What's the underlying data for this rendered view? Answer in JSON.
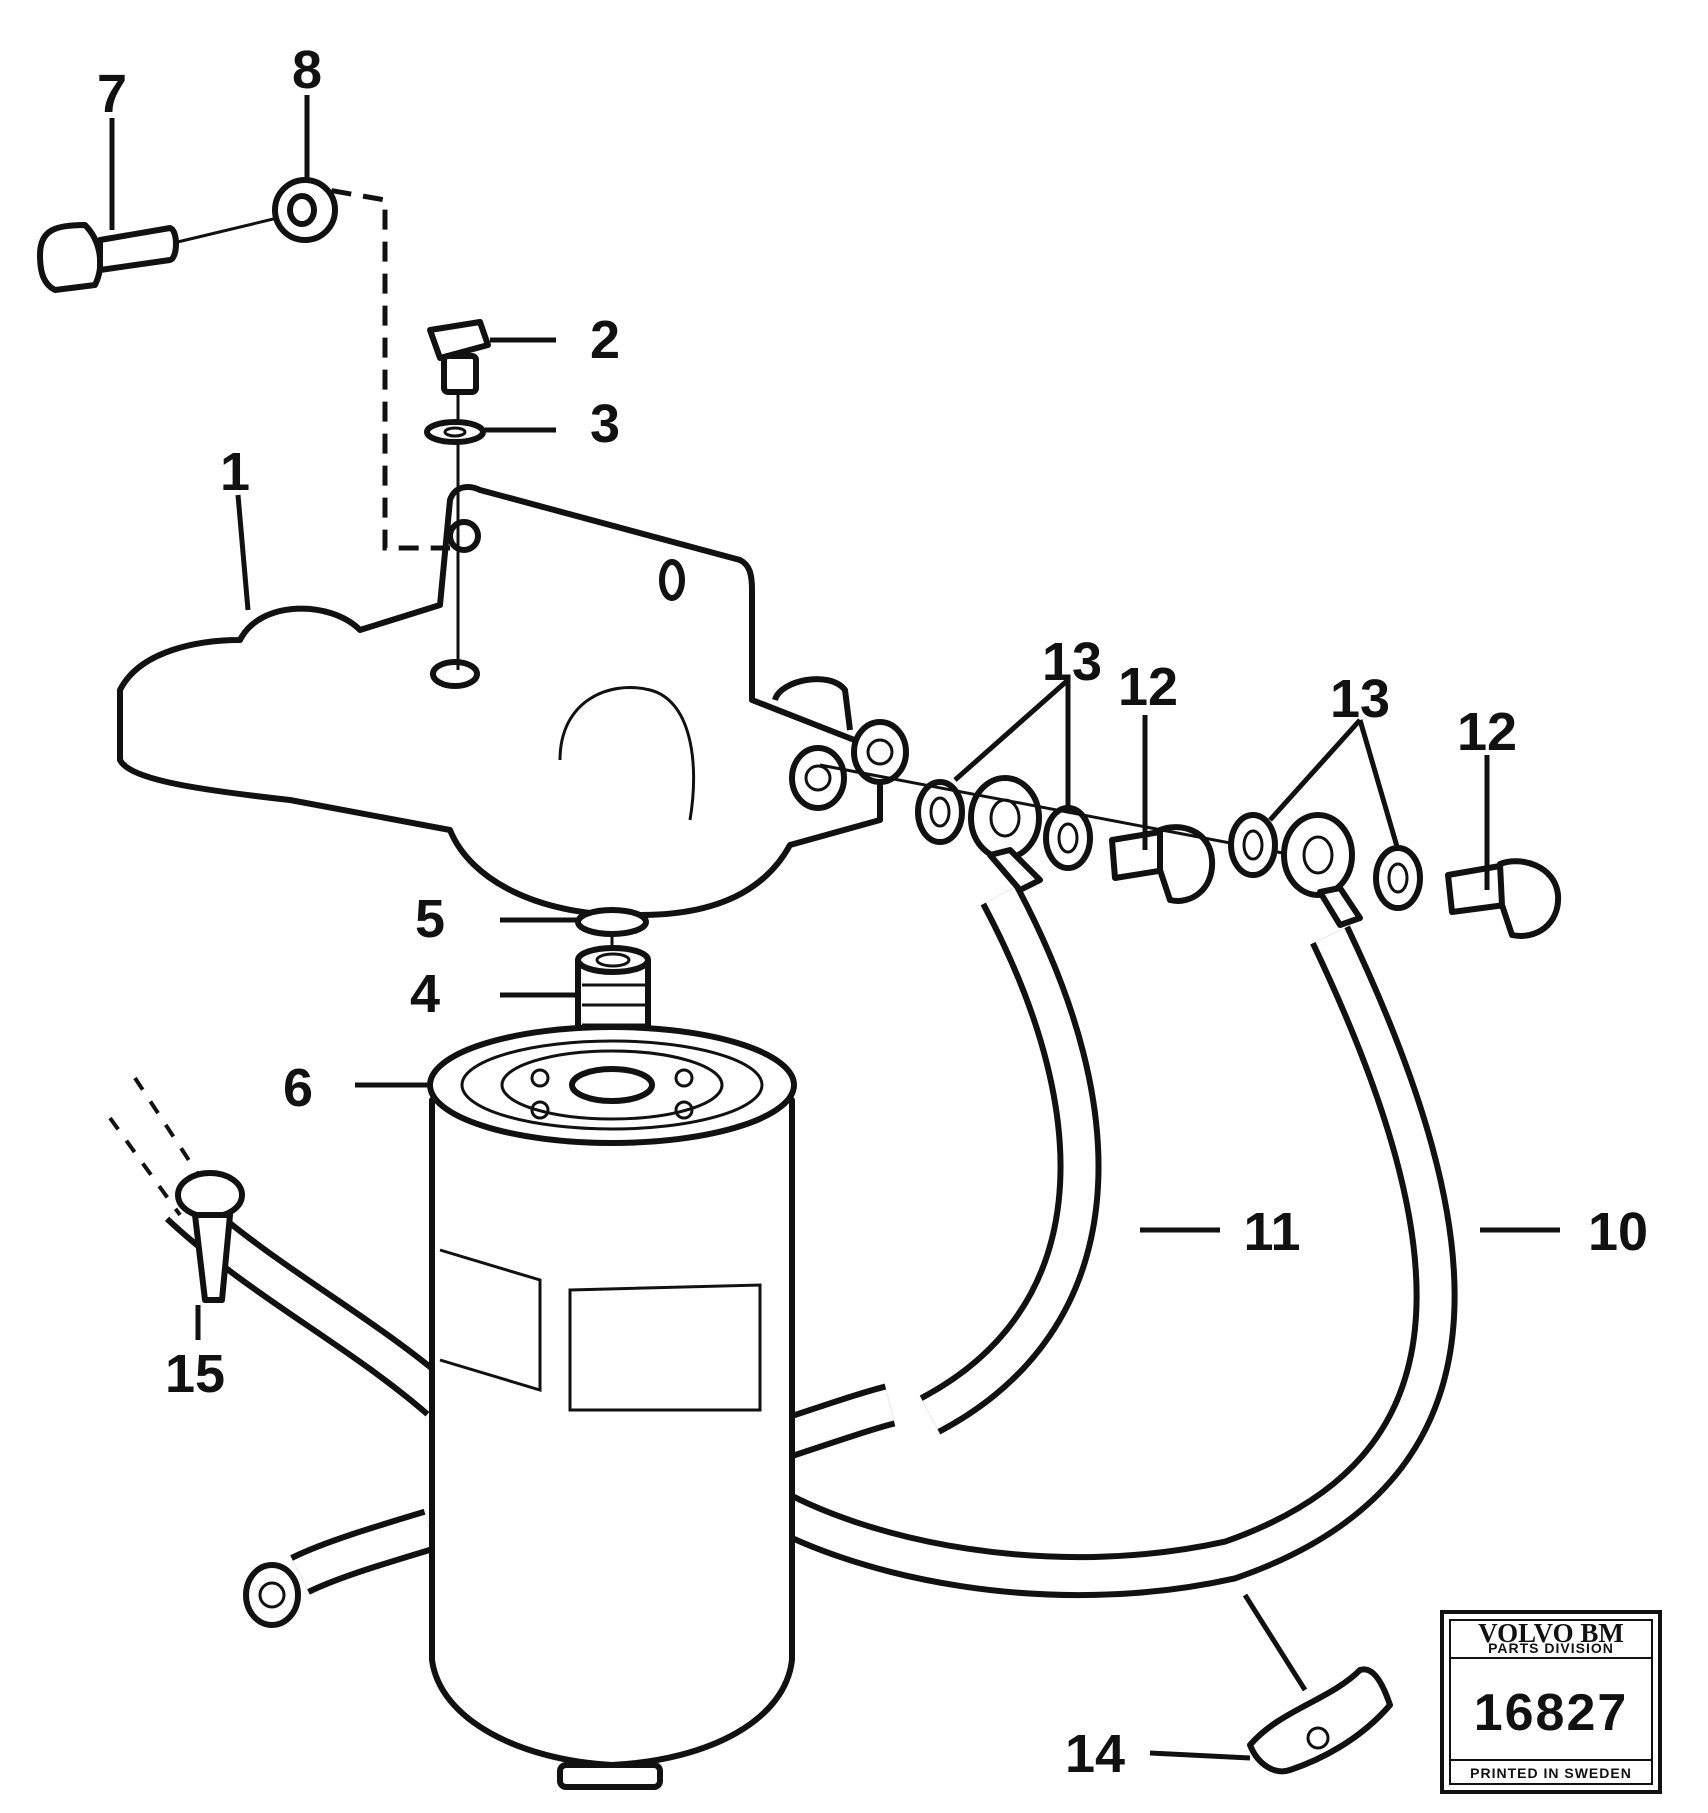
{
  "callouts": {
    "c1": "1",
    "c2": "2",
    "c3": "3",
    "c4": "4",
    "c5": "5",
    "c6": "6",
    "c7": "7",
    "c8": "8",
    "c10": "10",
    "c11": "11",
    "c12a": "12",
    "c12b": "12",
    "c13a": "13",
    "c13b": "13",
    "c14": "14",
    "c15": "15"
  },
  "stamp": {
    "brand": "VOLVO BM",
    "division": "PARTS DIVISION",
    "number": "16827",
    "printed": "PRINTED IN SWEDEN"
  }
}
